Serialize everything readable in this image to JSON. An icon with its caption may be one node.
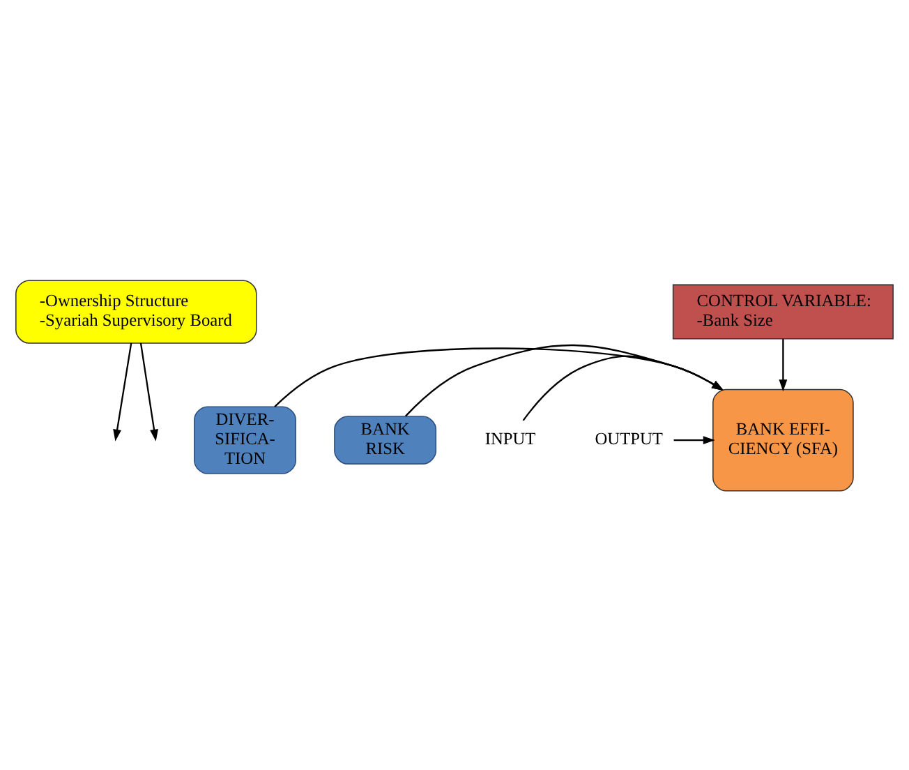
{
  "diagram": {
    "nodes": [
      {
        "text": [
          "-Ownership Structure",
          "-Syariah Supervisory Board"
        ]
      },
      {
        "text": [
          "DIVER- SIFICA- TION"
        ]
      },
      {
        "text": [
          "BANK EFFI- CIENCY (SFA)"
        ]
      },
      {
        "text": [
          "BANK RISK"
        ]
      },
      {
        "text": [
          "CONTROL VARIABLE:",
          "-Bank Size"
        ]
      },
      {
        "text": [
          "INPUT"
        ]
      },
      {
        "text": [
          "OUTPUT"
        ]
      }
    ],
    "edges": [
      {
        "from": 0,
        "to": null,
        "arrow": "to"
      },
      {
        "from": 0,
        "to": null,
        "arrow": "to"
      },
      {
        "from": 1,
        "to": 2,
        "arrow": "to"
      },
      {
        "from": 3,
        "to": 2,
        "arrow": "to"
      },
      {
        "from": 4,
        "to": 2,
        "arrow": "to"
      },
      {
        "from": 5,
        "to": 2,
        "arrow": "to"
      },
      {
        "from": 6,
        "to": 2,
        "arrow": "to"
      }
    ]
  }
}
